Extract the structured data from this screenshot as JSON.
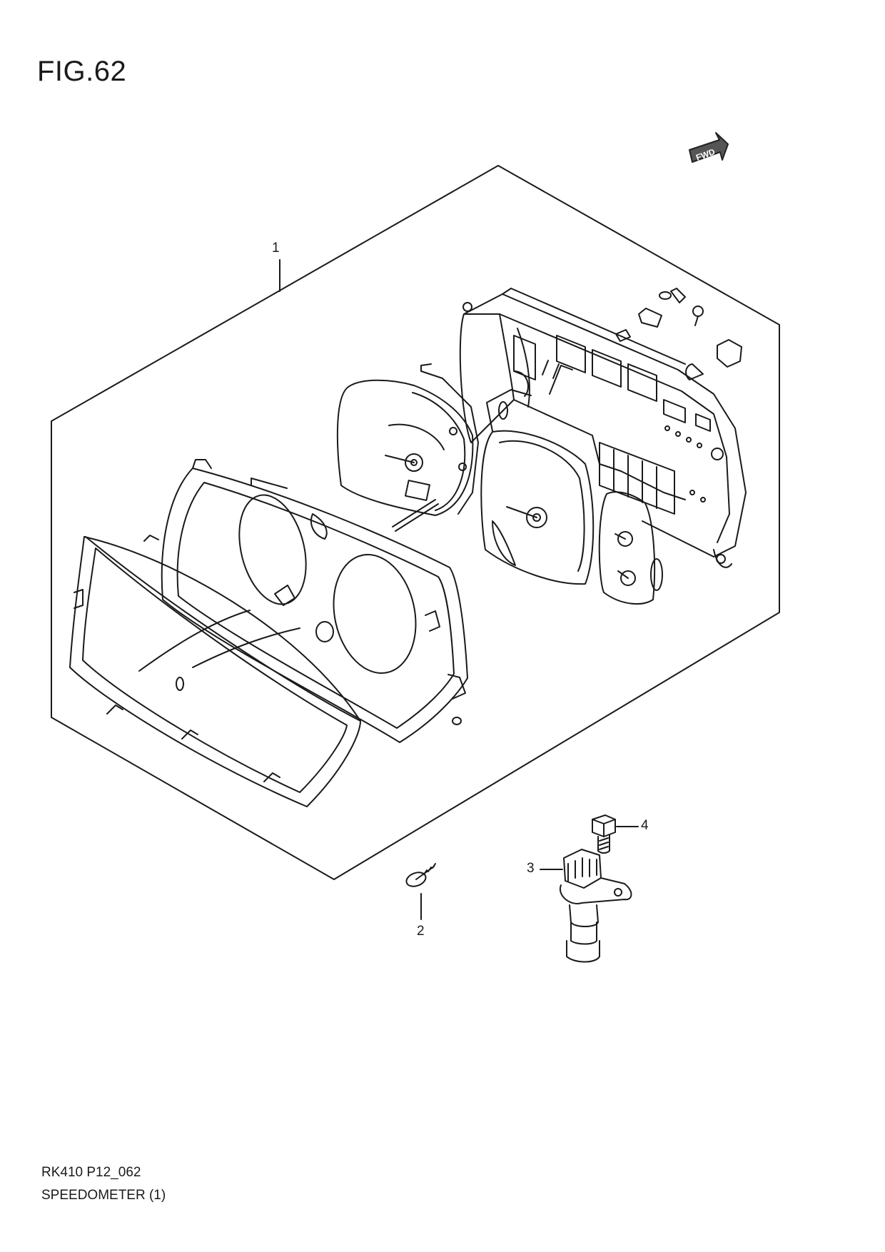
{
  "figure": {
    "title": "FIG.62",
    "model_code": "RK410 P12_062",
    "section_name": "SPEEDOMETER (1)",
    "direction_badge": "FWD"
  },
  "callouts": [
    {
      "id": "1",
      "label": "1"
    },
    {
      "id": "2",
      "label": "2"
    },
    {
      "id": "3",
      "label": "3"
    },
    {
      "id": "4",
      "label": "4"
    }
  ],
  "icons": [
    "fwd-arrow-icon"
  ]
}
